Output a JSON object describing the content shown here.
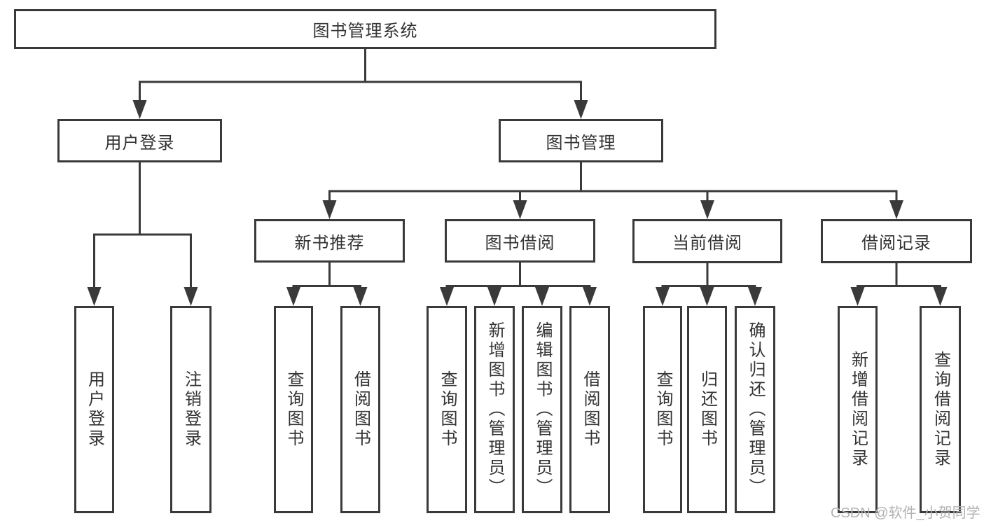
{
  "tree": {
    "label": "图书管理系统",
    "children": [
      {
        "label": "用户登录",
        "children": [
          {
            "label": "用户登录"
          },
          {
            "label": "注销登录"
          }
        ]
      },
      {
        "label": "图书管理",
        "children": [
          {
            "label": "新书推荐",
            "children": [
              {
                "label": "查询图书"
              },
              {
                "label": "借阅图书"
              }
            ]
          },
          {
            "label": "图书借阅",
            "children": [
              {
                "label": "查询图书"
              },
              {
                "label": "新增图书（管理员）"
              },
              {
                "label": "编辑图书（管理员）"
              },
              {
                "label": "借阅图书"
              }
            ]
          },
          {
            "label": "当前借阅",
            "children": [
              {
                "label": "查询图书"
              },
              {
                "label": "归还图书"
              },
              {
                "label": "确认归还（管理员）"
              }
            ]
          },
          {
            "label": "借阅记录",
            "children": [
              {
                "label": "新增借阅记录"
              },
              {
                "label": "查询借阅记录"
              }
            ]
          }
        ]
      }
    ]
  },
  "watermark": "CSDN @软件_小贺同学",
  "colors": {
    "line": "#3a3a3a",
    "text": "#333333",
    "watermark": "#b3b3b3",
    "background": "#ffffff"
  }
}
